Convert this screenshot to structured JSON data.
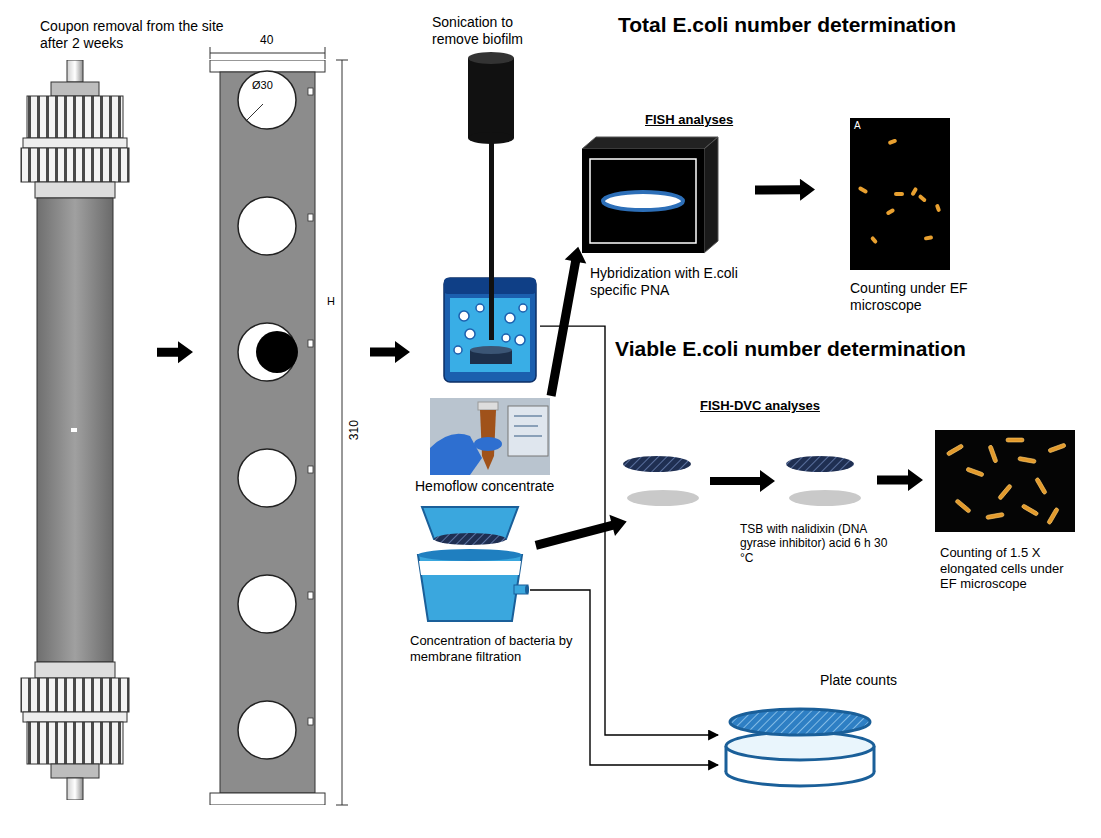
{
  "diagram": {
    "nodes": [
      {
        "text": [
          "Coupon removal from the site after 2 weeks"
        ]
      },
      {
        "text": [
          "40",
          "Ø30",
          "H",
          "310"
        ]
      },
      {
        "text": [
          "Sonication to remove biofilm"
        ]
      },
      {
        "text": [
          "Hybridization with E.coli specific PNA"
        ]
      },
      {
        "text": [
          "A",
          "Counting under EF microscope"
        ]
      },
      {
        "text": [
          "Hemoflow concentrate"
        ]
      },
      {
        "text": [
          "TSB with nalidixin (DNA gyrase inhibitor) acid 6 h 30 °C"
        ]
      },
      {
        "text": [
          "Counting of 1.5 X elongated cells under EF microscope"
        ]
      },
      {
        "text": [
          "Concentration of bacteria by membrane filtration"
        ]
      },
      {
        "text": [
          "Plate counts"
        ]
      }
    ],
    "edges": [
      {
        "from": 0,
        "to": 1,
        "arrow": "to"
      },
      {
        "from": 1,
        "to": 2,
        "arrow": "to"
      },
      {
        "from": 5,
        "to": 3,
        "arrow": "to"
      },
      {
        "from": 3,
        "to": 4,
        "arrow": "to"
      },
      {
        "from": 2,
        "to": 9,
        "arrow": "to"
      },
      {
        "from": 8,
        "to": 9,
        "arrow": "to"
      },
      {
        "from": 8,
        "to": 6,
        "arrow": "to"
      },
      {
        "from": 6,
        "to": 7,
        "arrow": "to"
      }
    ],
    "labels": [
      "Total E.coli number determination",
      "FISH analyses",
      "Viable E.coli number determination",
      "FISH-DVC analyses"
    ]
  }
}
